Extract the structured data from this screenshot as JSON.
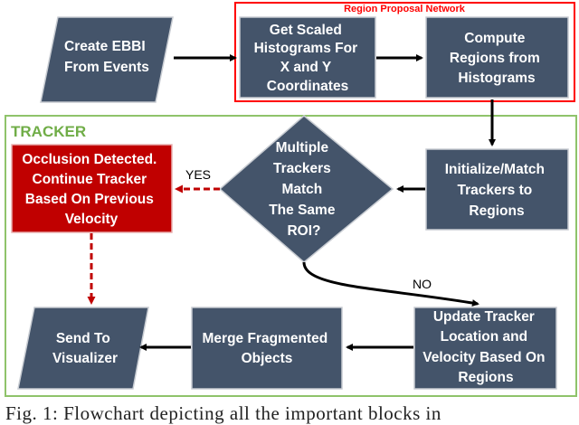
{
  "region_label": "Region Proposal Network",
  "tracker_label": "TRACKER",
  "blocks": {
    "create": [
      "Create EBBI",
      "From Events"
    ],
    "histograms": [
      "Get Scaled",
      "Histograms For",
      "X and Y",
      "Coordinates"
    ],
    "compute": [
      "Compute",
      "Regions from",
      "Histograms"
    ],
    "init": [
      "Initialize/Match",
      "Trackers to",
      "Regions"
    ],
    "decision": [
      "Multiple",
      "Trackers",
      "Match",
      "The Same",
      "ROI?"
    ],
    "occlusion": [
      "Occlusion Detected.",
      "Continue Tracker",
      "Based On Previous",
      "Velocity"
    ],
    "update": [
      "Update Tracker",
      "Location and",
      "Velocity Based On",
      "Regions"
    ],
    "merge": [
      "Merge Fragmented",
      "Objects"
    ],
    "send": [
      "Send To",
      "Visualizer"
    ]
  },
  "edge_labels": {
    "yes": "YES",
    "no": "NO"
  },
  "caption": "Fig. 1: Flowchart depicting all the important blocks in",
  "colors": {
    "block_fill": "#44546a",
    "occlusion_fill": "#c00000",
    "region_border": "#ff0000",
    "tracker_border": "#8fc36a",
    "tracker_label": "#70ad47"
  }
}
